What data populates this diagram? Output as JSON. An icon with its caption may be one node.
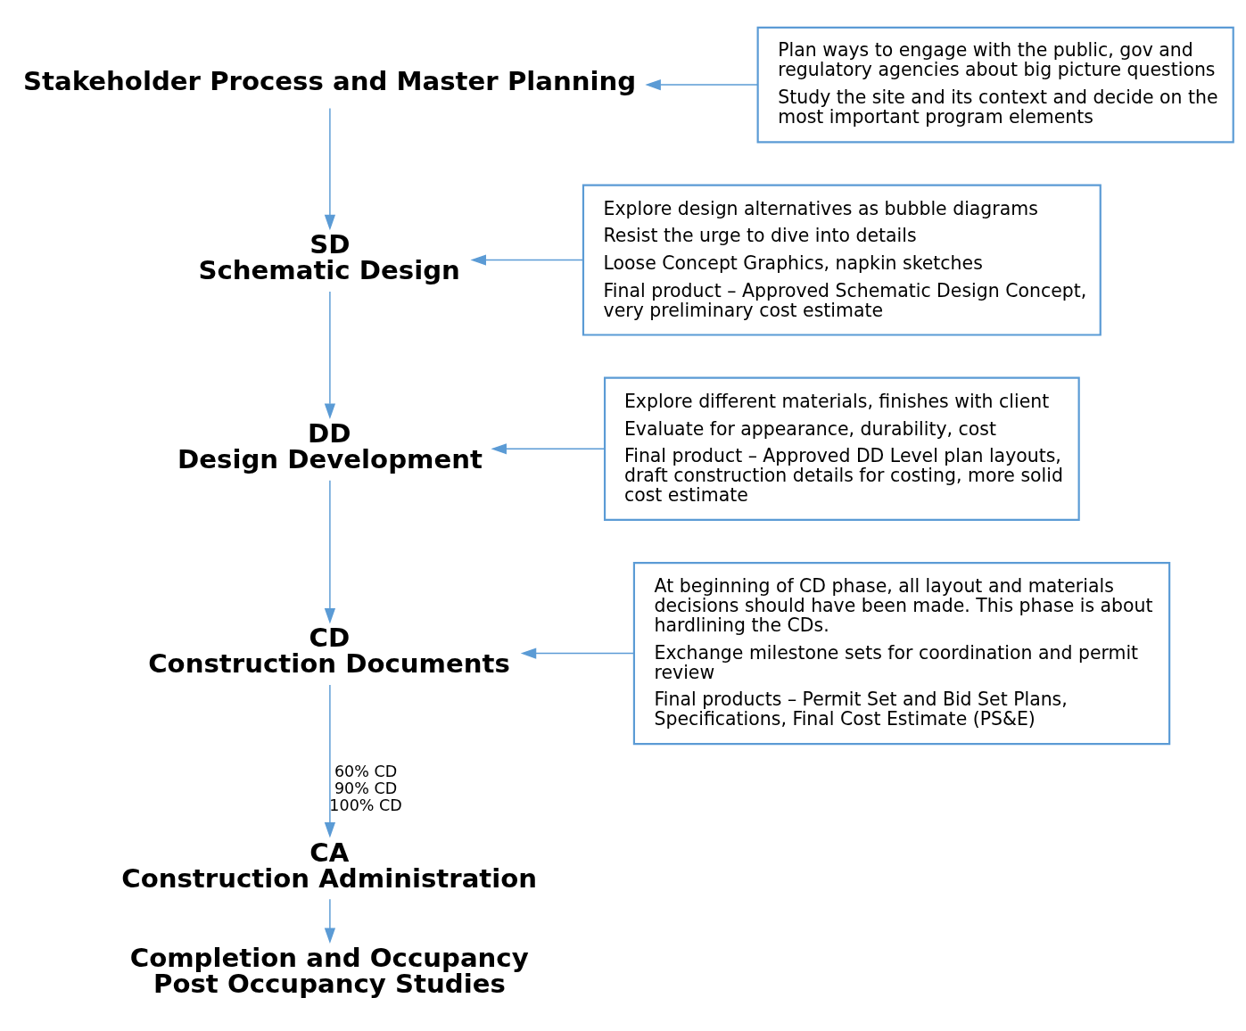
{
  "diagram": {
    "nodes": [
      {
        "text": [
          "Stakeholder Process and Master Planning"
        ]
      },
      {
        "text": [
          "SD",
          "Schematic Design"
        ]
      },
      {
        "text": [
          "DD",
          "Design Development"
        ]
      },
      {
        "text": [
          "CD",
          "Construction Documents"
        ]
      },
      {
        "text": [
          "CA",
          "Construction Administration"
        ]
      },
      {
        "text": [
          "Completion and Occupancy",
          "Post Occupancy Studies"
        ]
      },
      {
        "text": [
          "Plan ways to engage with the public, gov and regulatory agencies about big picture questions",
          "Study the site and its context and decide on the most important program elements"
        ]
      },
      {
        "text": [
          "Explore design alternatives as bubble diagrams",
          "Resist the urge to dive into details",
          "Loose Concept Graphics, napkin sketches",
          "Final product – Approved Schematic Design Concept, very preliminary cost estimate"
        ]
      },
      {
        "text": [
          "Explore different materials, finishes with client",
          "Evaluate for appearance, durability, cost",
          "Final product – Approved DD Level plan layouts, draft construction details for costing, more solid cost estimate"
        ]
      },
      {
        "text": [
          "At beginning of CD phase, all layout and materials decisions should have been made. This phase is about hardlining the CDs.",
          "Exchange milestone sets for coordination and permit review",
          "Final products – Permit Set and Bid Set Plans, Specifications, Final Cost Estimate (PS&E)"
        ]
      }
    ],
    "edges": [
      {
        "from": 0,
        "to": 1,
        "arrow": "to"
      },
      {
        "from": 1,
        "to": 2,
        "arrow": "to"
      },
      {
        "from": 2,
        "to": 3,
        "arrow": "to"
      },
      {
        "from": 3,
        "to": 4,
        "arrow": "to",
        "label": "60% CD 90% CD 100% CD"
      },
      {
        "from": 4,
        "to": 5,
        "arrow": "to"
      },
      {
        "from": 6,
        "to": 0,
        "arrow": "to"
      },
      {
        "from": 7,
        "to": 1,
        "arrow": "to"
      },
      {
        "from": 8,
        "to": 2,
        "arrow": "to"
      },
      {
        "from": 9,
        "to": 3,
        "arrow": "to"
      }
    ]
  }
}
